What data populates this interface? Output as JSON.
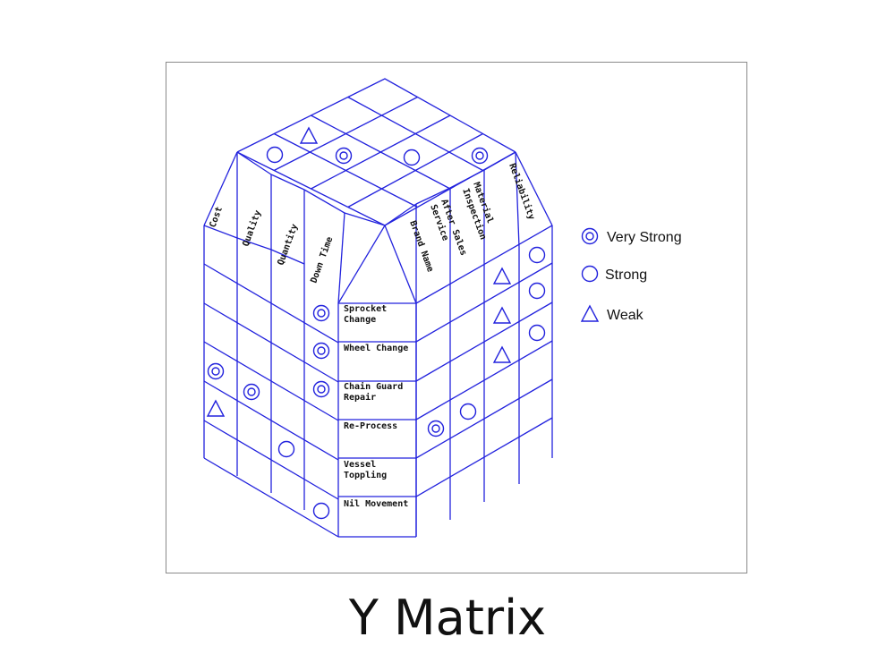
{
  "title": "Y Matrix",
  "colors": {
    "line": "#2222dd",
    "text": "#111111",
    "frame": "#8a8a8a"
  },
  "left_factors": [
    "Cost",
    "Quality",
    "Quantity",
    "Down Time"
  ],
  "right_factors": [
    "Brand Name",
    "After Sales Service",
    "Material Inspection",
    "Reliability"
  ],
  "problems": [
    {
      "lines": [
        "Sprocket",
        "Change"
      ]
    },
    {
      "lines": [
        "Wheel Change"
      ]
    },
    {
      "lines": [
        "Chain Guard",
        "Repair"
      ]
    },
    {
      "lines": [
        "Re-Process"
      ]
    },
    {
      "lines": [
        "Vessel",
        "Toppling"
      ]
    },
    {
      "lines": [
        "Nil Movement"
      ]
    }
  ],
  "legend": [
    {
      "symbol": "very-strong",
      "label": "Very Strong"
    },
    {
      "symbol": "strong",
      "label": "Strong"
    },
    {
      "symbol": "weak",
      "label": "Weak"
    }
  ],
  "left_matrix": [
    [
      null,
      null,
      null,
      "very-strong"
    ],
    [
      null,
      null,
      null,
      "very-strong"
    ],
    [
      "very-strong",
      "very-strong",
      null,
      "very-strong"
    ],
    [
      "weak",
      null,
      null,
      null
    ],
    [
      null,
      null,
      "strong",
      null
    ],
    [
      null,
      null,
      null,
      "strong"
    ]
  ],
  "right_matrix": [
    [
      null,
      null,
      "weak",
      "strong"
    ],
    [
      null,
      null,
      "weak",
      "strong"
    ],
    [
      null,
      null,
      "weak",
      "strong"
    ],
    [
      null,
      null,
      null,
      null
    ],
    [
      "very-strong",
      "strong",
      null,
      null
    ],
    [
      null,
      null,
      null,
      null
    ]
  ],
  "top_matrix": [
    [
      null,
      "weak",
      null,
      null
    ],
    [
      "strong",
      "very-strong",
      "strong",
      "very-strong"
    ],
    [
      null,
      null,
      null,
      null
    ],
    [
      null,
      null,
      null,
      null
    ]
  ]
}
